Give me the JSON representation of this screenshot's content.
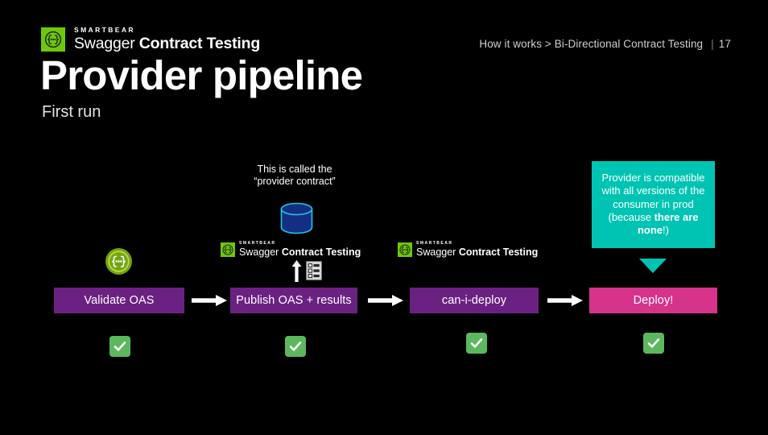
{
  "brand": {
    "company": "SMARTBEAR",
    "product_thin": "Swagger",
    "product_bold": "Contract Testing",
    "mark_icon": "swagger-braces-icon"
  },
  "header": {
    "breadcrumb_path": "How it works > Bi-Directional Contract Testing",
    "separator": "|",
    "page_number": "17"
  },
  "slide": {
    "title": "Provider pipeline",
    "subtitle": "First run"
  },
  "diagram": {
    "contract_note_line1": "This is called the",
    "contract_note_line2": "“provider contract”",
    "db_icon": "database-cylinder-icon",
    "upload_arrow_icon": "upload-arrow-icon",
    "results_icon": "checklist-results-icon",
    "api_badge_icon": "swagger-api-circle-icon",
    "stages": [
      {
        "label": "Validate OAS",
        "color": "#6B2181",
        "result": "✓"
      },
      {
        "label": "Publish OAS + results",
        "color": "#6B2181",
        "result": "✓"
      },
      {
        "label": "can-i-deploy",
        "color": "#6B2181",
        "result": "✓"
      },
      {
        "label": "Deploy!",
        "color": "#D6338A",
        "result": "✓"
      }
    ],
    "connector_icon": "right-arrow-icon"
  },
  "callout": {
    "text_part1": "Provider is compatible with all versions of the consumer in prod (because ",
    "text_bold": "there are none",
    "text_part2": "!)",
    "color": "#00C4B3"
  },
  "colors": {
    "background": "#000000",
    "brand_green": "#6DC80B",
    "stage_purple": "#6B2181",
    "stage_pink": "#D6338A",
    "callout_teal": "#00C4B3",
    "check_green": "#5CB85C",
    "db_navy": "#132E82",
    "db_outline": "#1EC8E0"
  }
}
